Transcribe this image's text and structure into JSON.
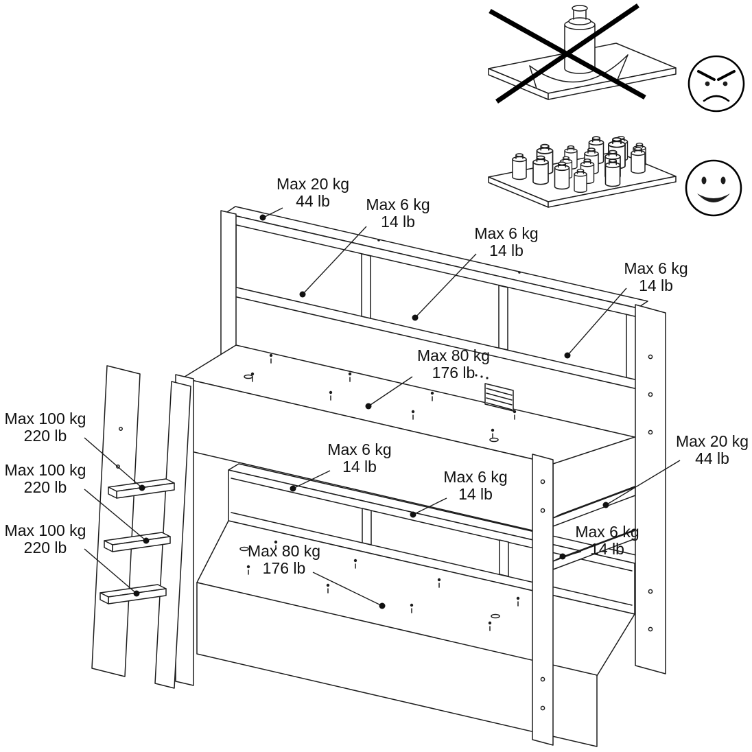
{
  "diagram": {
    "type": "furniture-assembly-weight-limit-diagram",
    "subject": "bunk bed with shelf compartments and ladder steps",
    "colors": {
      "line": "#1c1c1c",
      "background": "#ffffff",
      "text": "#111111"
    },
    "labels": {
      "top_shelf": {
        "line1": "Max 20 kg",
        "line2": "44 lb"
      },
      "top_cubby_1": {
        "line1": "Max 6 kg",
        "line2": "14 lb"
      },
      "top_cubby_2": {
        "line1": "Max 6 kg",
        "line2": "14 lb"
      },
      "top_cubby_3": {
        "line1": "Max 6 kg",
        "line2": "14 lb"
      },
      "upper_bed": {
        "line1": "Max 80 kg",
        "line2": "176 lb"
      },
      "ladder_step_1": {
        "line1": "Max 100 kg",
        "line2": "220 lb"
      },
      "ladder_step_2": {
        "line1": "Max 100 kg",
        "line2": "220 lb"
      },
      "ladder_step_3": {
        "line1": "Max 100 kg",
        "line2": "220 lb"
      },
      "mid_cubby_1": {
        "line1": "Max 6 kg",
        "line2": "14 lb"
      },
      "mid_cubby_2": {
        "line1": "Max 6 kg",
        "line2": "14 lb"
      },
      "right_shelf_top": {
        "line1": "Max 20 kg",
        "line2": "44 lb"
      },
      "right_shelf_low": {
        "line1": "Max 6 kg",
        "line2": "14 lb"
      },
      "lower_bed": {
        "line1": "Max 80 kg",
        "line2": "176 lb"
      }
    },
    "warnings": {
      "wrong_example": {
        "board_icon": "bending-shelf-icon",
        "load_icon": "single-heavy-weight-icon",
        "cross_icon": "prohibition-x-icon",
        "face_icon": "angry-face-icon"
      },
      "right_example": {
        "board_icon": "flat-shelf-icon",
        "load_icon": "distributed-weights-icon",
        "face_icon": "happy-face-icon"
      }
    }
  }
}
